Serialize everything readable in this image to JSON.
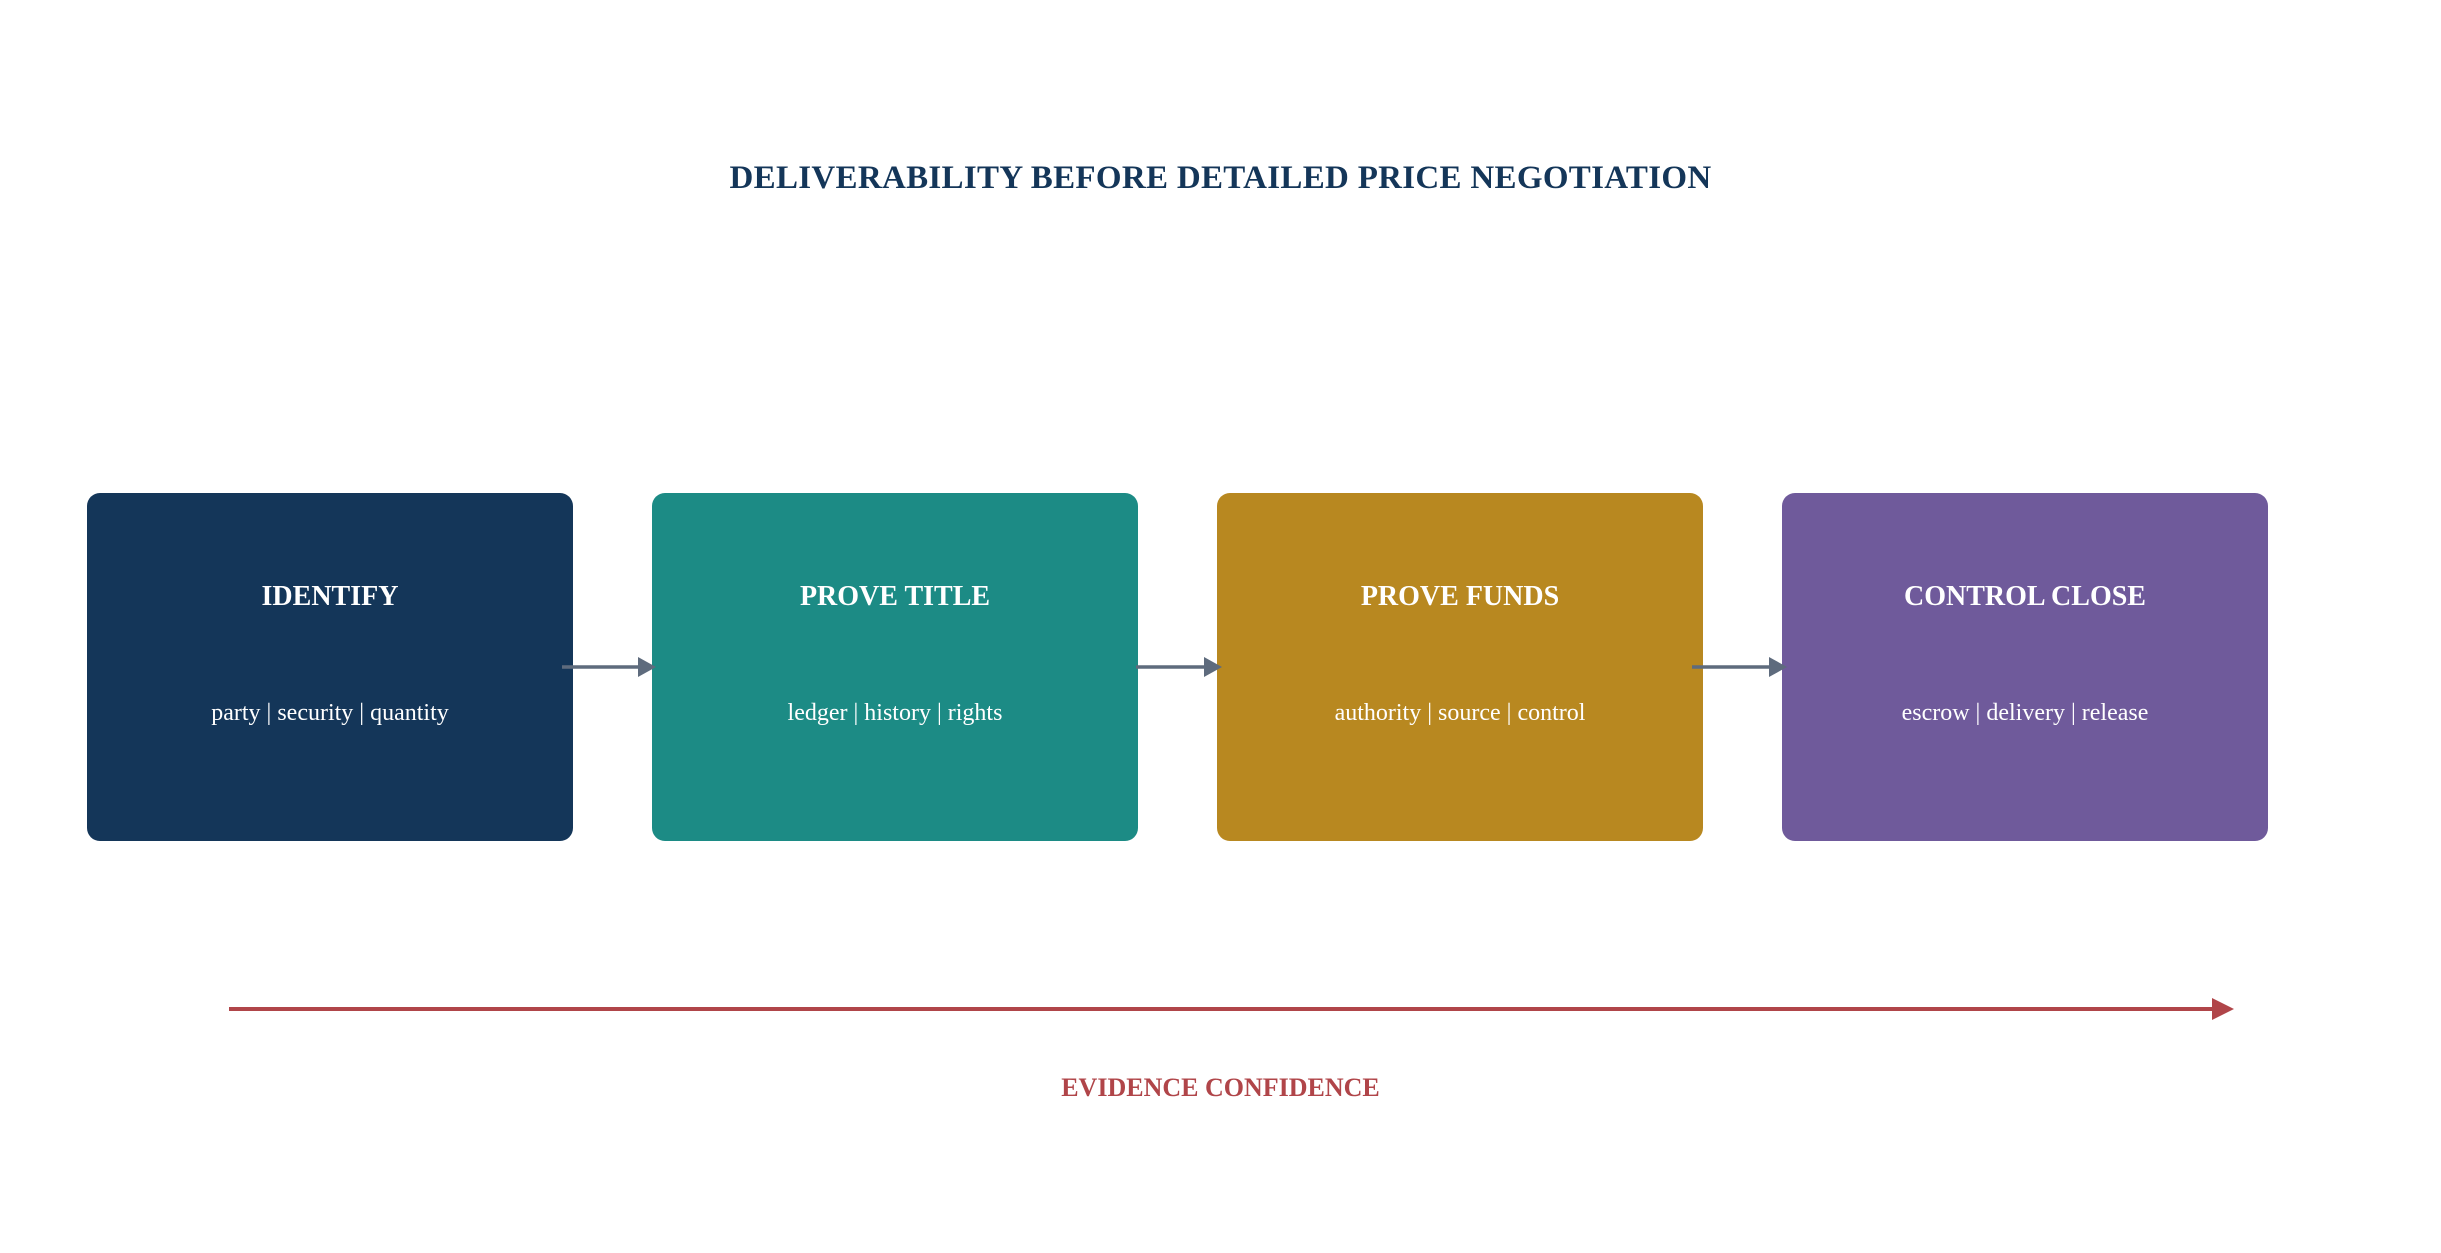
{
  "title": "DELIVERABILITY BEFORE DETAILED PRICE NEGOTIATION",
  "steps": [
    {
      "title": "IDENTIFY",
      "subtitle": "party | security | quantity",
      "color": "#143659"
    },
    {
      "title": "PROVE TITLE",
      "subtitle": "ledger | history | rights",
      "color": "#1c8b85"
    },
    {
      "title": "PROVE FUNDS",
      "subtitle": "authority | source | control",
      "color": "#b88820"
    },
    {
      "title": "CONTROL CLOSE",
      "subtitle": "escrow | delivery | release",
      "color": "#6f5a9b"
    }
  ],
  "axis": {
    "label": "EVIDENCE CONFIDENCE",
    "color": "#b04549"
  },
  "colors": {
    "title": "#143659",
    "connector": "#5e6b7d"
  }
}
